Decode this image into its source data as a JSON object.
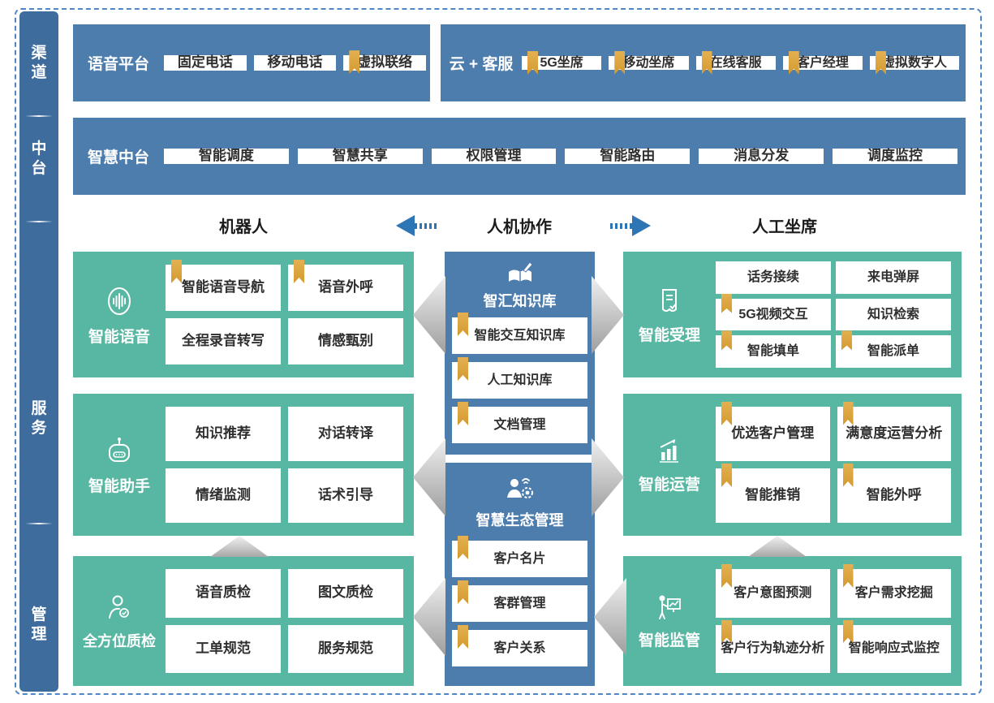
{
  "colors": {
    "sidebar_blue": "#3e6c9d",
    "panel_blue": "#4d7dad",
    "panel_green": "#57b7a2",
    "bookmark_gold": "#d49a2e",
    "arrow_blue": "#2e75b6",
    "dashed_border": "#4f86c6"
  },
  "sidebar": {
    "items": [
      {
        "label": "渠道"
      },
      {
        "label": "中台"
      },
      {
        "label": "服务"
      },
      {
        "label": "管理"
      }
    ]
  },
  "channel": {
    "voice": {
      "title": "语音平台",
      "items": [
        {
          "label": "固定电话",
          "bookmark": false
        },
        {
          "label": "移动电话",
          "bookmark": false
        },
        {
          "label": "虚拟联络",
          "bookmark": true
        }
      ]
    },
    "cloud": {
      "title": "云 + 客服",
      "items": [
        {
          "label": "5G坐席",
          "bookmark": true
        },
        {
          "label": "移动坐席",
          "bookmark": true
        },
        {
          "label": "在线客服",
          "bookmark": true
        },
        {
          "label": "客户经理",
          "bookmark": true
        },
        {
          "label": "虚拟数字人",
          "bookmark": true
        }
      ]
    }
  },
  "midplatform": {
    "title": "智慧中台",
    "items": [
      {
        "label": "智能调度"
      },
      {
        "label": "智慧共享"
      },
      {
        "label": "权限管理"
      },
      {
        "label": "智能路由"
      },
      {
        "label": "消息分发"
      },
      {
        "label": "调度监控"
      }
    ]
  },
  "collab": {
    "left": "机器人",
    "center": "人机协作",
    "right": "人工坐席"
  },
  "svc_left": [
    {
      "title": "智能语音",
      "icon": "voice-wave-icon",
      "items": [
        {
          "label": "智能语音导航",
          "bookmark": true
        },
        {
          "label": "语音外呼",
          "bookmark": true
        },
        {
          "label": "全程录音转写",
          "bookmark": false
        },
        {
          "label": "情感甄别",
          "bookmark": false
        }
      ]
    },
    {
      "title": "智能助手",
      "icon": "robot-icon",
      "items": [
        {
          "label": "知识推荐",
          "bookmark": false
        },
        {
          "label": "对话转译",
          "bookmark": false
        },
        {
          "label": "情绪监测",
          "bookmark": false
        },
        {
          "label": "话术引导",
          "bookmark": false
        }
      ]
    },
    {
      "title": "全方位质检",
      "icon": "inspector-icon",
      "items": [
        {
          "label": "语音质检",
          "bookmark": false
        },
        {
          "label": "图文质检",
          "bookmark": false
        },
        {
          "label": "工单规范",
          "bookmark": false
        },
        {
          "label": "服务规范",
          "bookmark": false
        }
      ]
    }
  ],
  "svc_center": [
    {
      "title": "智汇知识库",
      "icon": "knowledge-book-icon",
      "items": [
        {
          "label": "智能交互知识库",
          "bookmark": true
        },
        {
          "label": "人工知识库",
          "bookmark": true
        },
        {
          "label": "文档管理",
          "bookmark": true
        }
      ]
    },
    {
      "title": "智慧生态管理",
      "icon": "ecosystem-person-icon",
      "items": [
        {
          "label": "客户名片",
          "bookmark": true
        },
        {
          "label": "客群管理",
          "bookmark": true
        },
        {
          "label": "客户关系",
          "bookmark": true
        }
      ]
    }
  ],
  "svc_right": [
    {
      "title": "智能受理",
      "icon": "form-check-icon",
      "items": [
        {
          "label": "话务接续",
          "bookmark": false
        },
        {
          "label": "来电弹屏",
          "bookmark": false
        },
        {
          "label": "5G视频交互",
          "bookmark": true
        },
        {
          "label": "知识检索",
          "bookmark": false
        },
        {
          "label": "智能填单",
          "bookmark": true
        },
        {
          "label": "智能派单",
          "bookmark": true
        }
      ]
    },
    {
      "title": "智能运营",
      "icon": "trend-chart-icon",
      "items": [
        {
          "label": "优选客户管理",
          "bookmark": true
        },
        {
          "label": "满意度运营分析",
          "bookmark": true
        },
        {
          "label": "智能推销",
          "bookmark": true
        },
        {
          "label": "智能外呼",
          "bookmark": true
        }
      ]
    },
    {
      "title": "智能监管",
      "icon": "monitor-presenter-icon",
      "items": [
        {
          "label": "客户意图预测",
          "bookmark": true
        },
        {
          "label": "客户需求挖掘",
          "bookmark": true
        },
        {
          "label": "客户行为轨迹分析",
          "bookmark": true
        },
        {
          "label": "智能响应式监控",
          "bookmark": true
        }
      ]
    }
  ]
}
